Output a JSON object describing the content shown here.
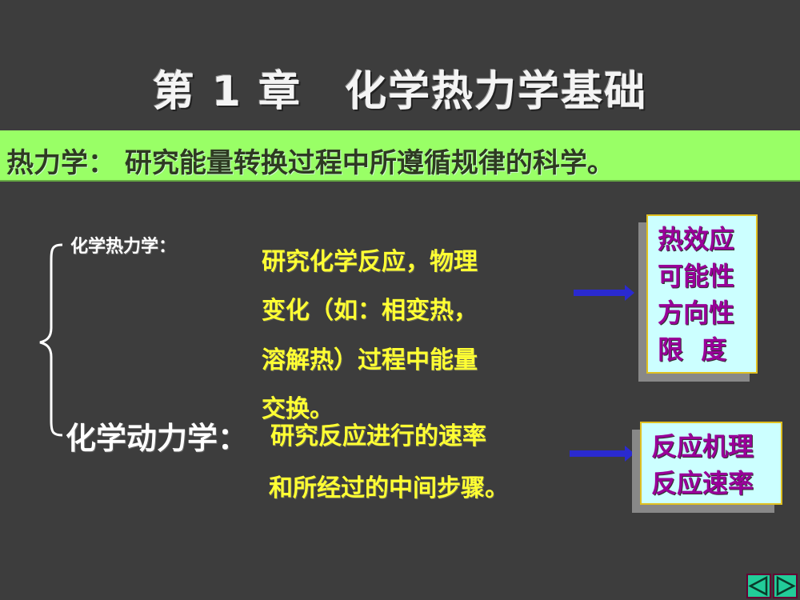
{
  "title": "第 1 章　化学热力学基础",
  "definition": "热力学： 研究能量转换过程中所遵循规律的科学。",
  "chemical_thermodynamics": {
    "label": "化学热力学：",
    "lines": [
      "研究化学反应，物理",
      "变化（如：相变热，",
      "溶解热）过程中能量",
      "交换。"
    ],
    "topics": [
      "热效应",
      "可能性",
      "方向性",
      "限  度"
    ]
  },
  "chemical_kinetics": {
    "label": "化学动力学：",
    "lines": [
      "研究反应进行的速率",
      "和所经过的中间步骤。"
    ],
    "topics": [
      "反应机理",
      "反应速率"
    ]
  },
  "nav": {
    "prev_icon": "triangle-left-icon",
    "next_icon": "triangle-right-icon"
  },
  "colors": {
    "background": "#3d3d3d",
    "bar": "#99ff66",
    "text_yellow": "#ffff33",
    "box_bg": "#ccffff",
    "box_text": "#990099",
    "arrow": "#2a2ad0",
    "nav": "#22cc99"
  }
}
